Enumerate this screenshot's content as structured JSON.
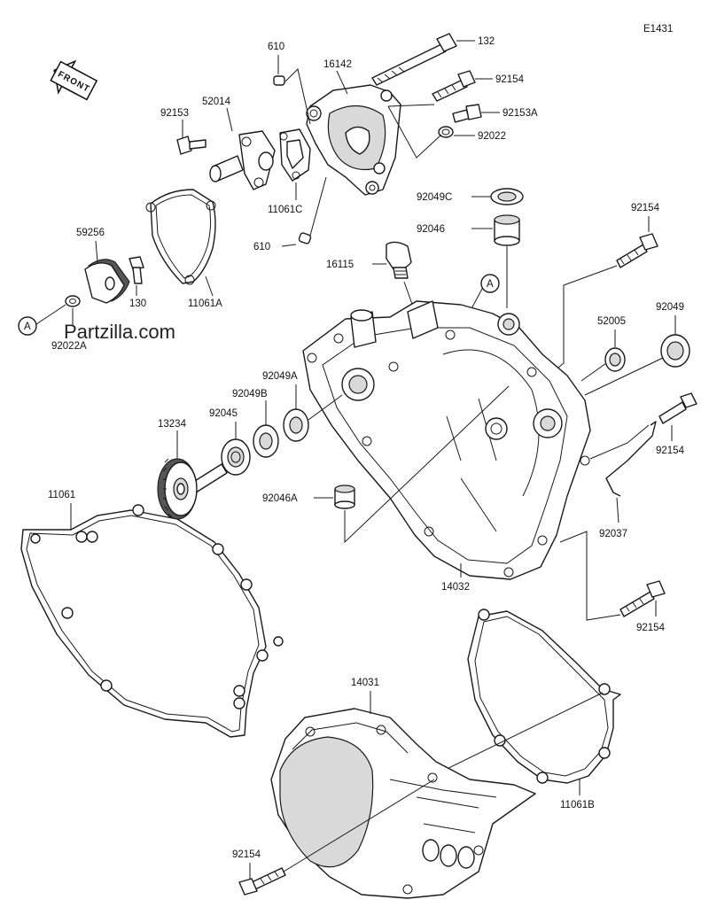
{
  "diagram_code": "E1431",
  "watermark": "Partzilla.com",
  "front_label": "FRONT",
  "callout": "A",
  "labels": {
    "p132": "132",
    "p610a": "610",
    "p16142": "16142",
    "p92154a": "92154",
    "p92153": "92153",
    "p52014": "52014",
    "p92153A": "92153A",
    "p92022": "92022",
    "p11061C": "11061C",
    "p11061A": "11061A",
    "p59256": "59256",
    "p130": "130",
    "p610b": "610",
    "p92022A": "92022A",
    "p92049C": "92049C",
    "p92046": "92046",
    "p92154b": "92154",
    "p16115": "16115",
    "p52005": "52005",
    "p92049": "92049",
    "p92049A": "92049A",
    "p92049B": "92049B",
    "p92045": "92045",
    "p13234": "13234",
    "p92154c": "92154",
    "p11061": "11061",
    "p92046A": "92046A",
    "p92037": "92037",
    "p14032": "14032",
    "p92154d": "92154",
    "p14031": "14031",
    "p11061B": "11061B",
    "p92154e": "92154"
  }
}
